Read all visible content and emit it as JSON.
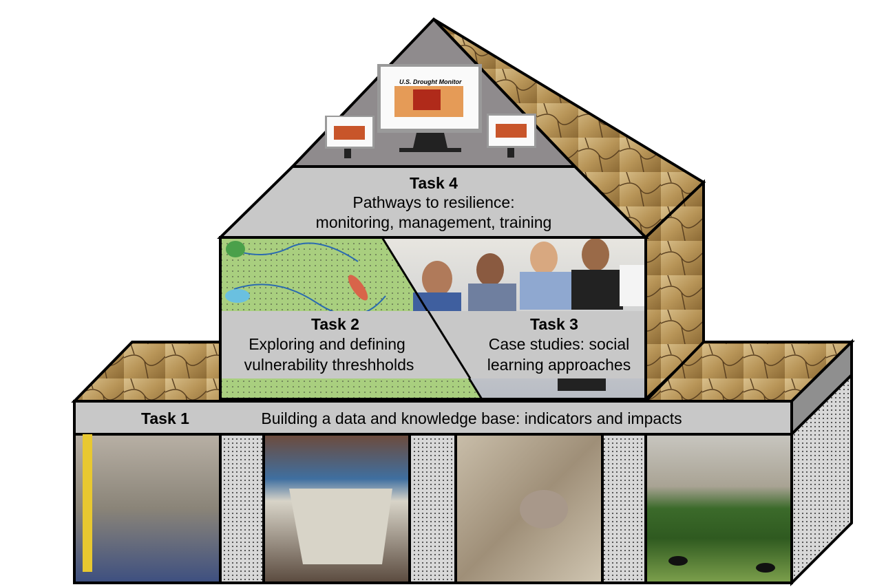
{
  "task4": {
    "title": "Task 4",
    "line1": "Pathways to resilience:",
    "line2": "monitoring, management, training"
  },
  "task2": {
    "title": "Task 2",
    "line1": "Exploring and defining",
    "line2": "vulnerability threshholds"
  },
  "task3": {
    "title": "Task 3",
    "line1": "Case studies: social",
    "line2": "learning approaches"
  },
  "task1": {
    "title": "Task 1",
    "label": "Building a data and knowledge base: indicators and impacts"
  },
  "monitor": {
    "title": "U.S. Drought Monitor"
  },
  "colors": {
    "panel_gray": "#c8c8c8",
    "roof_gray": "#8f8b8d",
    "earth": "#c9ab72",
    "outline": "#000000"
  }
}
